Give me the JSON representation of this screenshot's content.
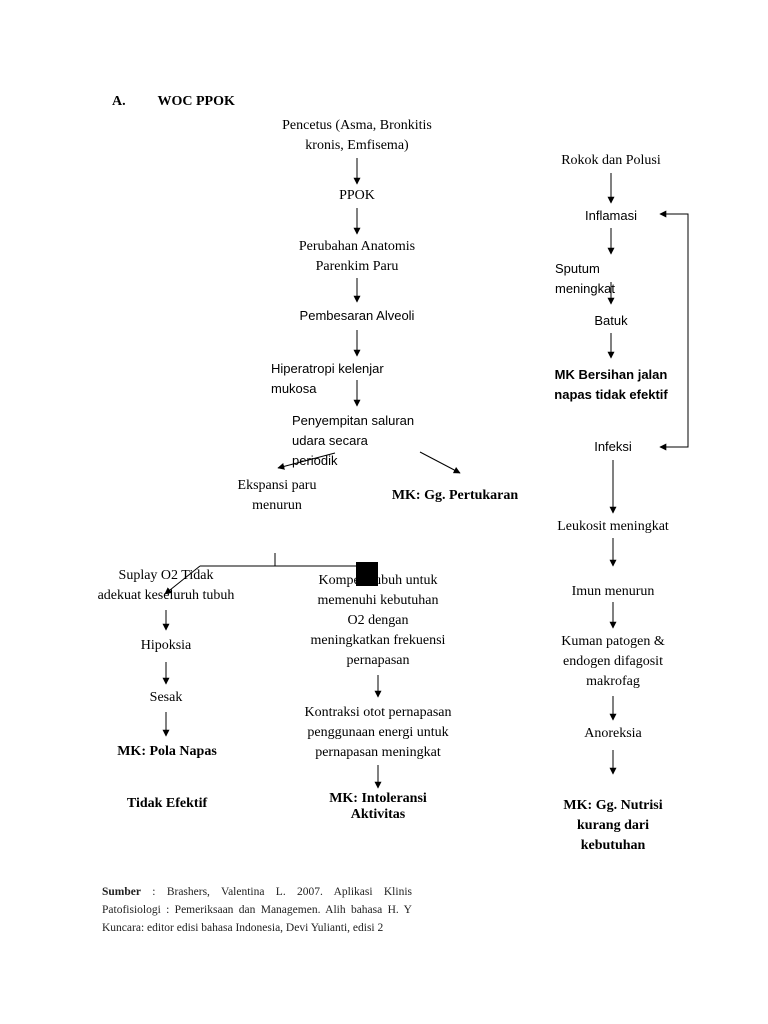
{
  "heading": {
    "letter": "A.",
    "title": "WOC PPOK"
  },
  "center": {
    "pencetus": "Pencetus (Asma, Bronkitis\nkronis, Emfisema)",
    "ppok": "PPOK",
    "perubahan": "Perubahan Anatomis\nParenkim Paru",
    "pembesaran": "Pembesaran Alveoli",
    "hiperatropi": "Hiperatropi kelenjar\nmukosa",
    "penyempitan": "Penyempitan saluran\nudara secara\nperiodik",
    "ekspansi": "Ekspansi paru\nmenurun",
    "mk_pertukaran": "MK: Gg. Pertukaran"
  },
  "left": {
    "suplay": "Suplay O2 Tidak\nadekuat keseluruh tubuh",
    "hipoksia": "Hipoksia",
    "sesak": "Sesak",
    "mk_pola": "MK: Pola Napas",
    "tidak_efektif": "Tidak Efektif"
  },
  "middle": {
    "kompensasi": "Kompen    tubuh untuk\nmemenuhi kebutuhan\nO2 dengan\nmeningkatkan frekuensi\npernapasan",
    "kontraksi": "Kontraksi otot pernapasan\npenggunaan energi untuk\npernapasan meningkat",
    "mk_intoleransi": "MK: Intoleransi\nAktivitas"
  },
  "right": {
    "rokok": "Rokok dan Polusi",
    "inflamasi": "Inflamasi",
    "sputum": "Sputum\nmeningkat",
    "batuk": "Batuk",
    "mk_bersihan": "MK Bersihan jalan\nnapas tidak efektif",
    "infeksi": "Infeksi",
    "leukosit": "Leukosit meningkat",
    "imun": "Imun menurun",
    "kuman": "Kuman patogen &\nendogen difagosit\nmakrofag",
    "anoreksia": "Anoreksia",
    "mk_nutrisi": "MK: Gg. Nutrisi\nkurang dari\nkebutuhan"
  },
  "source": {
    "label": "Sumber",
    "text": " : Brashers, Valentina L. 2007. Aplikasi Klinis Patofisiologi : Pemeriksaan dan Managemen. Alih bahasa H. Y Kuncara: editor edisi bahasa Indonesia, Devi Yulianti, edisi 2"
  }
}
